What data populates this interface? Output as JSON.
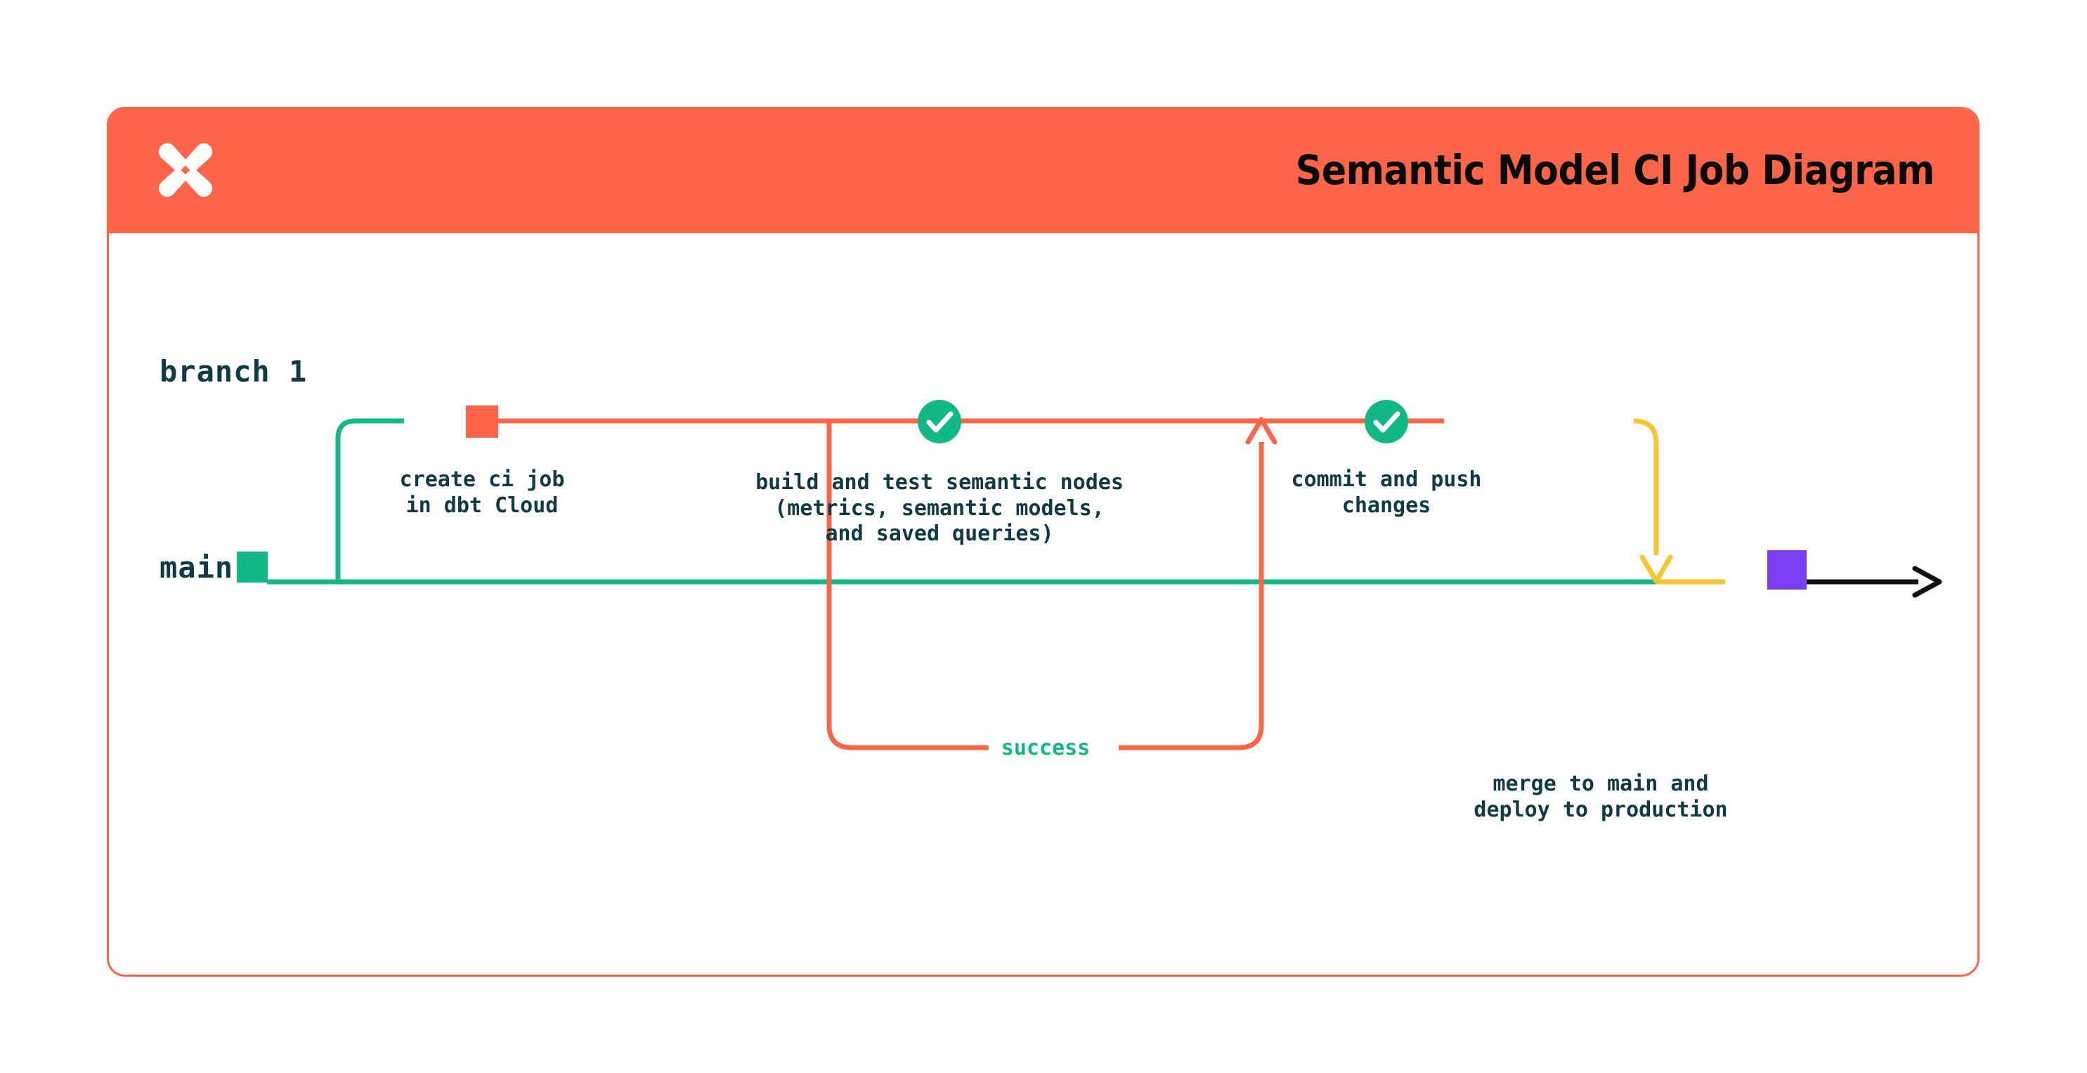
{
  "header": {
    "title": "Semantic Model CI Job Diagram",
    "logo_icon": "dbt-x-logo-icon",
    "background_color": "#FC6548"
  },
  "theme": {
    "coral": "#FC6548",
    "green": "#12B886",
    "yellow": "#FBC531",
    "purple": "#7B3FF2",
    "black": "#111111",
    "text_dark": "#0E3B46",
    "card_border": "#FC6548",
    "card_background": "#FFFFFF"
  },
  "diagram": {
    "type": "git-branch-flow",
    "lanes": [
      {
        "id": "branch-1",
        "label": "branch 1",
        "color": "#FC6548"
      },
      {
        "id": "main",
        "label": "main",
        "color": "#12B886"
      }
    ],
    "nodes": [
      {
        "id": "create-ci-job",
        "lane": "branch-1",
        "marker": "square",
        "marker_color": "#FC6548",
        "label": "create ci job\nin dbt Cloud"
      },
      {
        "id": "build-and-test",
        "lane": "branch-1",
        "marker": "check-circle",
        "marker_color": "#12B886",
        "label": "build and test semantic nodes\n(metrics, semantic models,\nand saved queries)"
      },
      {
        "id": "commit-and-push",
        "lane": "branch-1",
        "marker": "check-circle",
        "marker_color": "#12B886",
        "label": "commit and push\nchanges"
      },
      {
        "id": "merge-to-main",
        "lane": "main",
        "marker": "square",
        "marker_color": "#7B3FF2",
        "label": "merge to main and\ndeploy to production"
      }
    ],
    "edges": [
      {
        "id": "branch-off",
        "from": "main",
        "to": "branch-1",
        "color": "#12B886"
      },
      {
        "id": "success-loop",
        "from": "build-and-test",
        "to": "build-and-test",
        "color": "#FC6548",
        "label": "success",
        "label_color": "#12B886"
      },
      {
        "id": "merge-down",
        "from": "commit-and-push",
        "to": "merge-to-main",
        "color": "#FBC531",
        "arrow": "down"
      },
      {
        "id": "continue-main",
        "from": "merge-to-main",
        "to": "end",
        "color": "#111111",
        "arrow": "right"
      }
    ]
  }
}
